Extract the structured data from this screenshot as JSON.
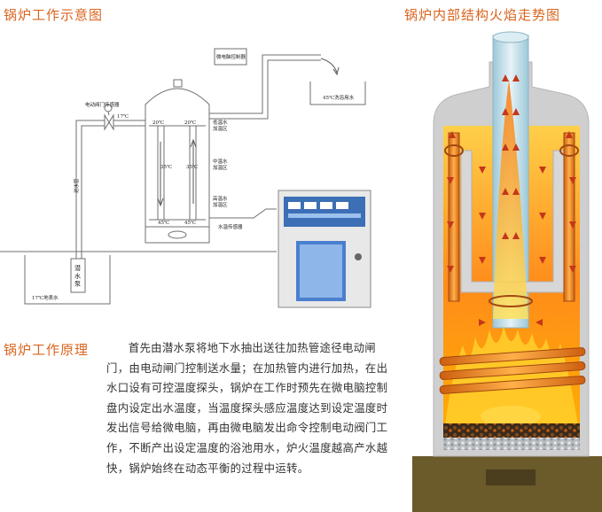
{
  "titles": {
    "schematic": "锅炉工作示意图",
    "flame": "锅炉内部结构火焰走势图",
    "principle": "锅炉工作原理"
  },
  "schematic_labels": {
    "controller": "微电脑控制器",
    "valve": "电动阀门传感器",
    "hot_water": "45℃洗浴用水",
    "inlet_temp": "17℃",
    "top_left_temp": "20℃",
    "top_right_temp": "20℃",
    "mid_left_temp": "35℃",
    "mid_right_temp": "35℃",
    "bottom_left_temp": "45℃",
    "bottom_right_temp": "45℃",
    "low_temp": "低温水\n加温区",
    "mid_temp": "中温水\n加温区",
    "high_temp": "高温水\n加温区",
    "sensor": "水温传感器",
    "pipe_label": "进水管",
    "pump": "潜\n水\n泵",
    "well": "17℃地表水"
  },
  "principle_text": "首先由潜水泵将地下水抽出送往加热管途径电动闸门，由电动闸门控制送水量；在加热管内进行加热，在出水口设有可控温度探头，锅炉在工作时预先在微电脑控制盘内设定出水温度，当温度探头感应温度达到设定温度时发出信号给微电脑，再由微电脑发出命令控制电动阀门工作，不断产出设定温度的浴池用水，炉火温度越高产水越快，锅炉始终在动态平衡的过程中运转。",
  "colors": {
    "accent": "#d9641e",
    "pipe": "#6f6f6f",
    "boiler_wall": "#cfcfcf",
    "base": "#6b5a2a",
    "flame_outer": "#f39a1e",
    "flame_inner": "#ffd23d",
    "arrow": "#c4371a"
  }
}
